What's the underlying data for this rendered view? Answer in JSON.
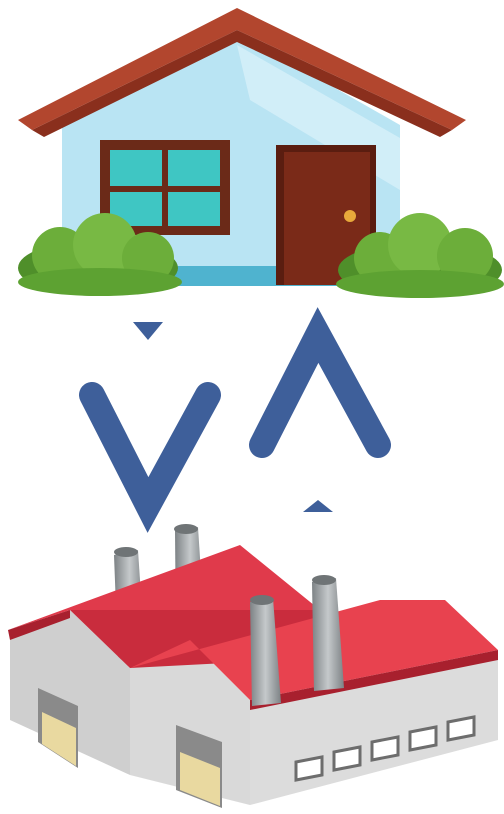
{
  "diagram": {
    "nodes": [
      {
        "id": "house",
        "icon": "house-icon"
      },
      {
        "id": "factory",
        "icon": "factory-icon"
      }
    ],
    "edges": [
      {
        "from": "house",
        "to": "factory",
        "icon": "arrow-down-icon"
      },
      {
        "from": "factory",
        "to": "house",
        "icon": "arrow-up-icon"
      }
    ]
  },
  "colors": {
    "roof": "#b2462e",
    "wall": "#b9e4f3",
    "window_frame": "#6b2a18",
    "window_glass": "#3fc6c3",
    "door": "#7a2a18",
    "bush": "#6cae3a",
    "arrow": "#3e5f9a",
    "factory_roof": "#e03a4b",
    "factory_wall": "#dcdcdc",
    "chimney": "#9ea3a5"
  }
}
